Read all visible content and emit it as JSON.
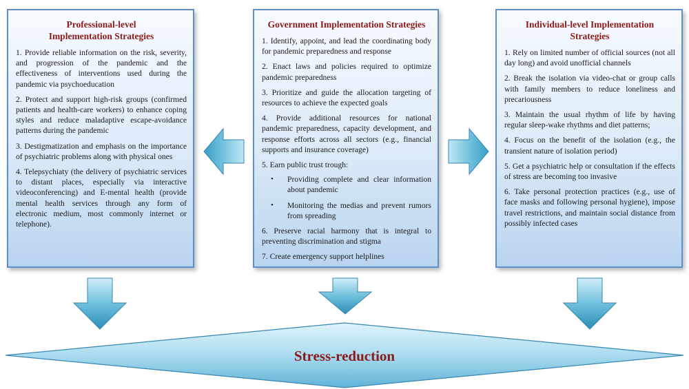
{
  "colors": {
    "title_red": "#8b1a1a",
    "box_border": "#5d90c8",
    "arrow_light": "#cfeef8",
    "arrow_mid": "#6fc0dc",
    "arrow_dark": "#2c8fb8",
    "outline": "#3a86b0"
  },
  "professional": {
    "title": "Professional-level Implementation Strategies",
    "items": [
      "1. Provide reliable information on the risk, severity, and progression of the pandemic and the effectiveness of interventions used during the pandemic via psychoeducation",
      "2. Protect and support high-risk groups (confirmed patients and health-care workers) to enhance coping styles and reduce maladaptive escape-avoidance patterns during the pandemic",
      "3. Destigmatization and emphasis on the importance of psychiatric problems along with physical ones",
      "4. Telepsychiaty (the delivery of psychiatric services to distant places, especially via interactive videoconferencing) and E-mental health (provide mental health services through any form of electronic medium, most commonly internet or telephone)."
    ]
  },
  "government": {
    "title": "Government Implementation Strategies",
    "items": [
      "1. Identify, appoint, and lead the coordinating body for pandemic preparedness and response",
      "2. Enact laws and policies required to optimize pandemic preparedness",
      "3. Prioritize and guide the allocation targeting of resources to achieve the expected goals",
      "4. Provide additional resources for national pandemic preparedness, capacity development, and response efforts across all sectors (e.g., financial supports and insurance coverage)",
      "5. Earn public trust trough:"
    ],
    "subitems": [
      "Providing complete and clear information about pandemic",
      "Monitoring the medias and prevent rumors from spreading"
    ],
    "items_after": [
      "6. Preserve racial harmony that is integral to preventing discrimination and stigma",
      "7. Create emergency support helplines"
    ]
  },
  "individual": {
    "title": "Individual-level Implementation Strategies",
    "items": [
      "1. Rely on limited number of official sources (not all day long) and avoid unofficial channels",
      "2. Break the isolation via video-chat or group calls with family members to reduce loneliness and precariousness",
      "3. Maintain the usual rhythm of life by having regular sleep-wake rhythms and diet patterns;",
      "4. Focus on the benefit of the isolation (e.g., the transient nature of isolation period)",
      "5. Get a psychiatric help or consultation if the effects of stress are becoming too invasive",
      "6. Take personal protection practices (e.g., use of face masks and following personal hygiene), impose travel restrictions, and maintain social distance from possibly infected cases"
    ]
  },
  "bullet_glyph": "•",
  "outcome": {
    "label": "Stress-reduction"
  }
}
